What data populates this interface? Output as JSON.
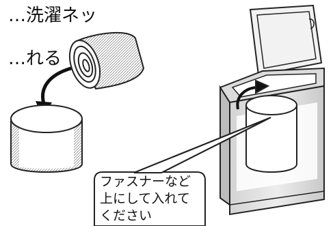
{
  "instruction": {
    "line1": "…洗濯ネッ",
    "line2": "…れる"
  },
  "callout": {
    "line1": "ファスナーなど",
    "line2": "上にして入れて",
    "line3": "ください"
  },
  "colors": {
    "stroke": "#222222",
    "washer_body": "#e6e6e6",
    "washer_shade": "#bdbdbd",
    "net_fill": "#ffffff",
    "arrow": "#111111"
  },
  "icons": [
    "rolled-net-icon",
    "laundry-net-icon",
    "washing-machine-icon",
    "arrow-icon",
    "callout-bubble-icon"
  ]
}
